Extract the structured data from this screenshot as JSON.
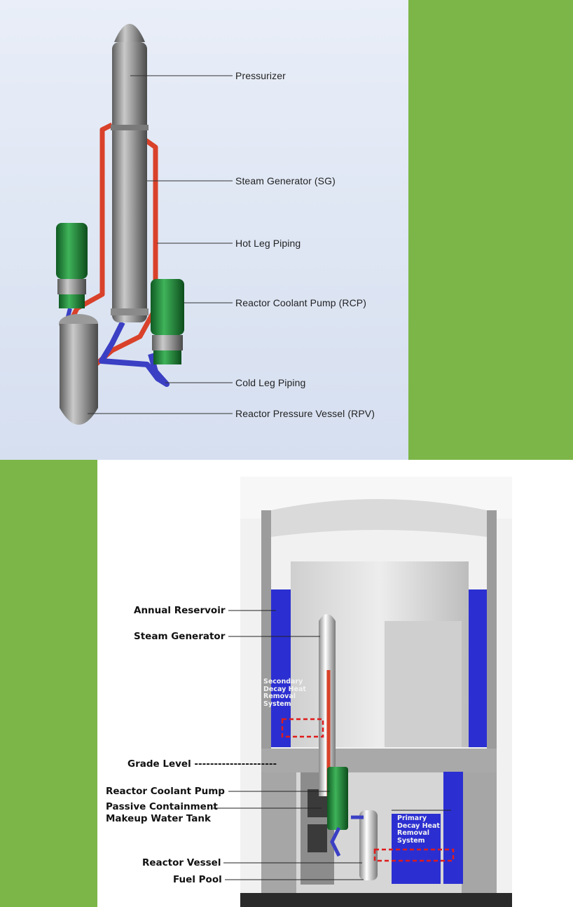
{
  "top_diagram": {
    "labels": {
      "pressurizer": "Pressurizer",
      "steam_generator": "Steam Generator (SG)",
      "hot_leg": "Hot Leg Piping",
      "rcp": "Reactor Coolant Pump (RCP)",
      "cold_leg": "Cold Leg Piping",
      "rpv": "Reactor Pressure Vessel (RPV)"
    }
  },
  "bottom_diagram": {
    "labels": {
      "annual_reservoir": "Annual Reservoir",
      "steam_generator": "Steam Generator",
      "secondary_dhr": [
        "Secondary",
        "Decay Heat",
        "Removal",
        "System"
      ],
      "grade_level": "Grade Level ---------------------",
      "rcp": "Reactor Coolant Pump",
      "pcmwt_line1": "Passive Containment",
      "pcmwt_line2": "Makeup Water Tank",
      "primary_dhr": [
        "Primary",
        "Decay Heat",
        "Removal",
        "System"
      ],
      "reactor_vessel": "Reactor Vessel",
      "fuel_pool": "Fuel Pool"
    }
  },
  "colors": {
    "background_green": "#7cb648",
    "pipe_red": "#d9412a",
    "pipe_blue": "#3a3fc4",
    "pump_green": "#1e8a3a",
    "pool_blue": "#2b2fd1",
    "steel": "#9a9a9a"
  }
}
